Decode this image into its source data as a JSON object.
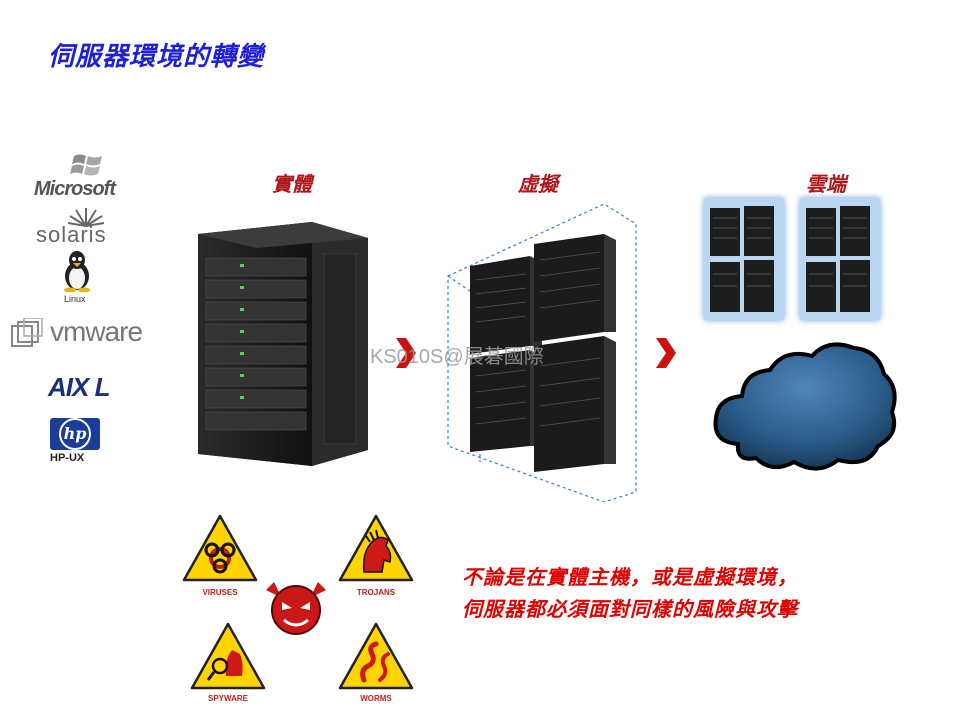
{
  "title": "伺服器環境的轉變",
  "stages": {
    "physical": "實體",
    "virtual": "虛擬",
    "cloud": "雲端"
  },
  "logos": {
    "microsoft": "Microsoft",
    "solaris": "solaris",
    "linux": "Linux",
    "vmware": "vmware",
    "aix": "AIX L",
    "hpux_brand": "hp",
    "hpux": "HP-UX"
  },
  "threats": {
    "viruses": "VIRUSES",
    "trojans": "TROJANS",
    "spyware": "SPYWARE",
    "worms": "WORMS"
  },
  "message": {
    "line1": "不論是在實體主機，或是虛擬環境，",
    "line2": "伺服器都必須面對同樣的風險與攻擊"
  },
  "watermark": "KS010S@展碁國際",
  "colors": {
    "title": "#1f1fd8",
    "stage_label": "#b0151a",
    "warning_text": "#e00000",
    "arrow": "#cc1010",
    "triangle": "#ffd400"
  },
  "icons": [
    "windows-flag-icon",
    "solaris-sun-icon",
    "linux-penguin-icon",
    "vmware-icon",
    "hp-icon",
    "biohazard-icon",
    "trojan-horse-icon",
    "spyware-icon",
    "worm-icon",
    "devil-icon",
    "server-rack-icon",
    "cloud-icon",
    "chevron-right-icon"
  ]
}
